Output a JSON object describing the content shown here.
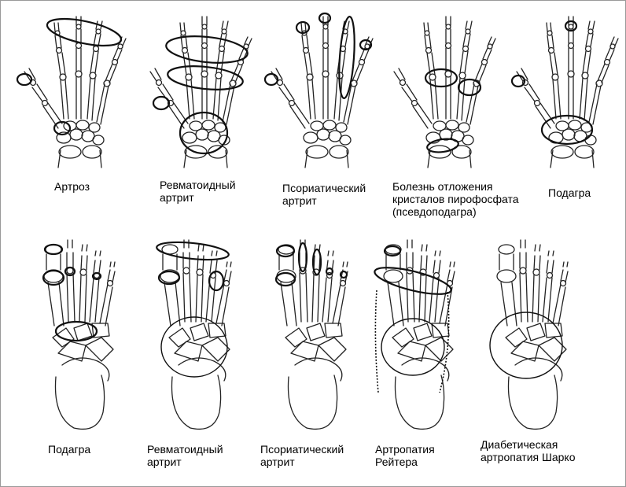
{
  "hands": {
    "artroz": "Артроз",
    "revmatoidny": "Ревматоидный\nартрит",
    "psoriatichesky": "Псориатический\nартрит",
    "pirofosfat": "Болезнь отложения\nкристалов пирофосфата\n(псевдоподагра)",
    "podagra": "Подагра"
  },
  "feet": {
    "podagra": "Подагра",
    "revmatoidny": "Ревматоидный\nартрит",
    "psoriatichesky": "Псориатический\nартрит",
    "reiter": "Артропатия\nРейтера",
    "sharko": "Диабетическая\nартропатия Шарко"
  }
}
